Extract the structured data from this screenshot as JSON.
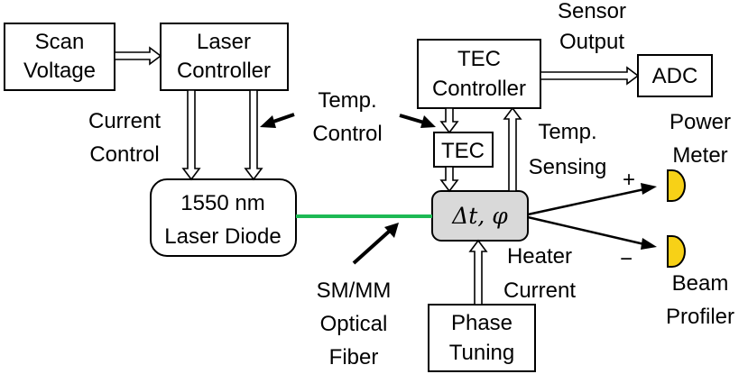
{
  "boxes": {
    "scan_voltage": [
      "Scan",
      "Voltage"
    ],
    "laser_controller": [
      "Laser",
      "Controller"
    ],
    "tec_controller": [
      "TEC",
      "Controller"
    ],
    "adc": "ADC",
    "tec": "TEC",
    "laser_diode": [
      "1550 nm",
      "Laser Diode"
    ],
    "phase_tuning": [
      "Phase",
      "Tuning"
    ],
    "device": "Δt, φ"
  },
  "labels": {
    "sensor_output": [
      "Sensor",
      "Output"
    ],
    "current_control": [
      "Current",
      "Control"
    ],
    "temp_control": [
      "Temp.",
      "Control"
    ],
    "temp_sensing": [
      "Temp.",
      "Sensing"
    ],
    "power_meter": [
      "Power",
      "Meter"
    ],
    "beam_profiler": [
      "Beam",
      "Profiler"
    ],
    "heater_current": [
      "Heater",
      "Current"
    ],
    "fiber": [
      "SM/MM",
      "Optical",
      "Fiber"
    ],
    "plus": "+",
    "minus": "−"
  },
  "colors": {
    "fiber": "#1db954",
    "detector": "#f7d117",
    "device_fill": "#d9d9d9"
  }
}
